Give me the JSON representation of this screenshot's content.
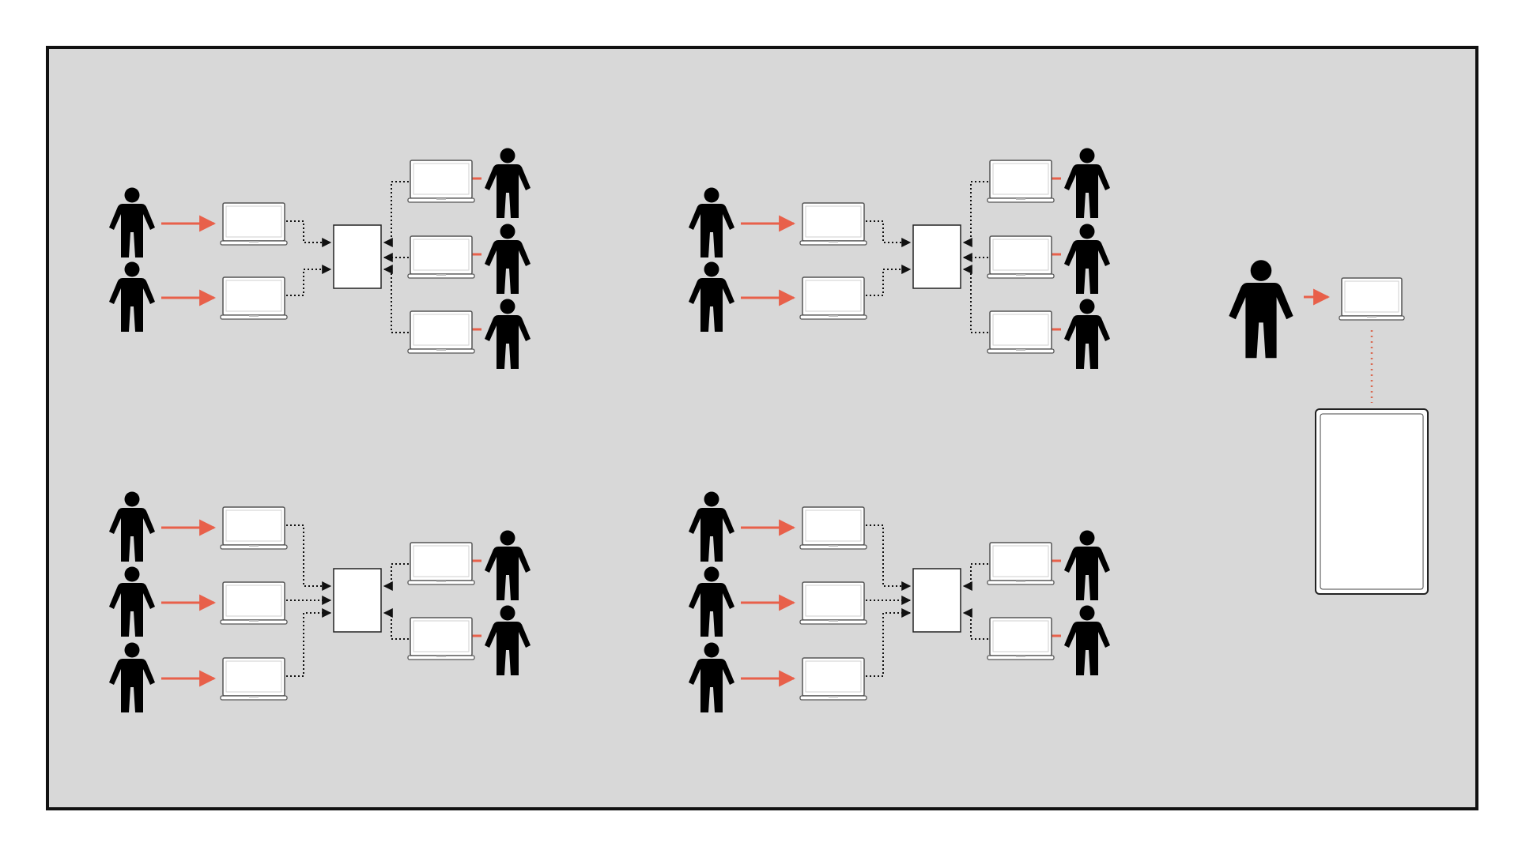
{
  "diagram": {
    "colors": {
      "room_fill": "#d8d8d8",
      "room_border": "#111111",
      "person": "#000000",
      "arrow_user": "#e8604a",
      "link_dotted": "#111111",
      "link_teacher": "#d96a52",
      "device_fill": "#ffffff",
      "device_outline": "#555555"
    },
    "icons": {
      "person": "person-icon",
      "laptop": "laptop-icon",
      "hub": "shared-screen",
      "display": "large-display"
    },
    "groups": [
      {
        "name": "group-1",
        "left_users": 2,
        "right_users": 3
      },
      {
        "name": "group-2",
        "left_users": 2,
        "right_users": 3
      },
      {
        "name": "group-3",
        "left_users": 3,
        "right_users": 2
      },
      {
        "name": "group-4",
        "left_users": 3,
        "right_users": 2
      }
    ],
    "presenter": {
      "name": "presenter",
      "users": 1
    }
  }
}
